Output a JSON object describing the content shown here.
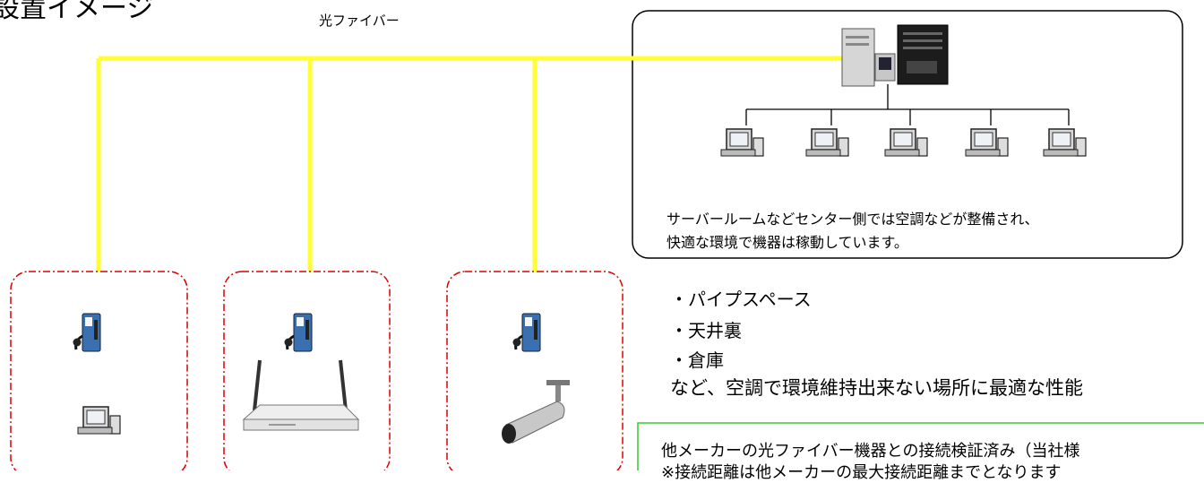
{
  "title": "設置イメージ",
  "fiber_label": "光ファイバー",
  "server_room": {
    "line1": "サーバールームなどセンター側では空調などが整備され、",
    "line2": "快適な環境で機器は稼動しています。"
  },
  "locations": {
    "items": [
      "・パイプスペース",
      "・天井裏",
      "・倉庫"
    ],
    "summary": "など、空調で環境維持出来ない場所に最適な性能"
  },
  "note": {
    "line1": "他メーカーの光ファイバー機器との接続検証済み（当社様",
    "line2": "※接続距離は他メーカーの最大接続距離までとなります"
  },
  "colors": {
    "fiber": "#ffff33",
    "site_border": "#dd0000",
    "note_border": "#33cc33"
  },
  "icons": [
    "converter-icon",
    "pc-icon",
    "router-icon",
    "camera-icon",
    "server-icon"
  ]
}
